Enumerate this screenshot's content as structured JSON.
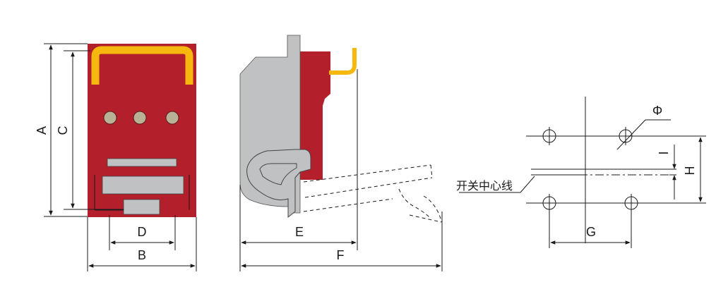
{
  "labels": {
    "A": "A",
    "B": "B",
    "C": "C",
    "D": "D",
    "E": "E",
    "F": "F",
    "G": "G",
    "H": "H",
    "I": "I",
    "phi": "Φ",
    "centerline": "开关中心线"
  },
  "colors": {
    "body_red": "#b41f2c",
    "handle_yellow": "#f6b80f",
    "switch_gray": "#bfc1c2",
    "hole_gray": "#b9b195",
    "line": "#1a1a1a"
  }
}
